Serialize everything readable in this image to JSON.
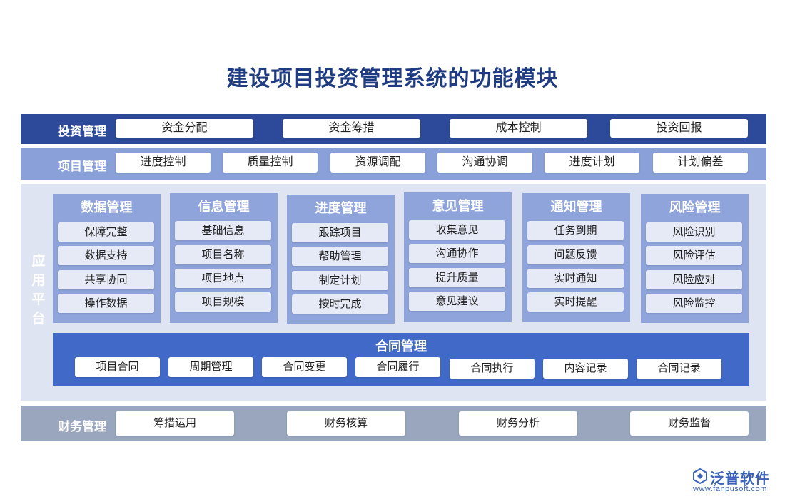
{
  "title": "建设项目投资管理系统的功能模块",
  "invest": {
    "label": "投资管理",
    "items": [
      "资金分配",
      "资金筹措",
      "成本控制",
      "投资回报"
    ]
  },
  "project": {
    "label": "项目管理",
    "items": [
      "进度控制",
      "质量控制",
      "资源调配",
      "沟通协调",
      "进度计划",
      "计划偏差"
    ]
  },
  "app": {
    "label": "应用平台",
    "modules": [
      {
        "title": "数据管理",
        "items": [
          "保障完整",
          "数据支持",
          "共享协同",
          "操作数据"
        ]
      },
      {
        "title": "信息管理",
        "items": [
          "基础信息",
          "项目名称",
          "项目地点",
          "项目规模"
        ]
      },
      {
        "title": "进度管理",
        "items": [
          "跟踪项目",
          "帮助管理",
          "制定计划",
          "按时完成"
        ]
      },
      {
        "title": "意见管理",
        "items": [
          "收集意见",
          "沟通协作",
          "提升质量",
          "意见建议"
        ]
      },
      {
        "title": "通知管理",
        "items": [
          "任务到期",
          "问题反馈",
          "实时通知",
          "实时提醒"
        ]
      },
      {
        "title": "风险管理",
        "items": [
          "风险识别",
          "风险评估",
          "风险应对",
          "风险监控"
        ]
      }
    ],
    "contract": {
      "title": "合同管理",
      "items": [
        "项目合同",
        "周期管理",
        "合同变更",
        "合同履行",
        "合同执行",
        "内容记录",
        "合同记录"
      ]
    }
  },
  "finance": {
    "label": "财务管理",
    "items": [
      "筹措运用",
      "财务核算",
      "财务分析",
      "财务监督"
    ]
  },
  "logo": {
    "name": "泛普软件",
    "url": "www.fanpusoft.com"
  },
  "colors": {
    "title": "#1f3b82",
    "invest_band": "#2d4a9a",
    "project_band": "#8aa0d9",
    "app_band": "#dfe4f2",
    "module": "#8ea4da",
    "contract": "#4169c8",
    "finance_band": "#99a6be"
  }
}
